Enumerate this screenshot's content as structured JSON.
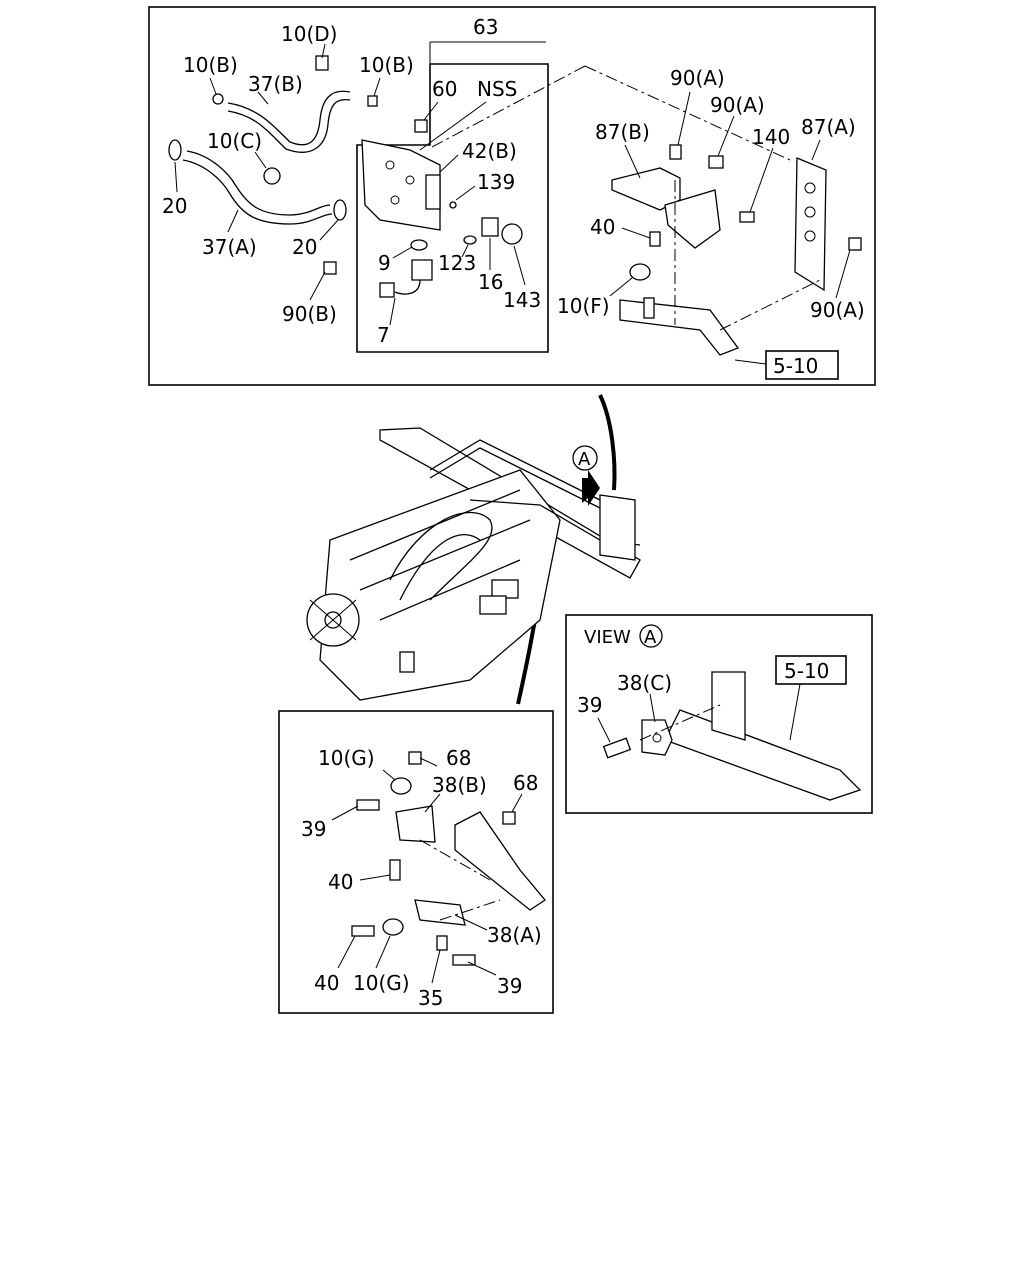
{
  "callouts": {
    "c63": "63",
    "c10d": "10(D)",
    "c10b_left": "10(B)",
    "c10b_right": "10(B)",
    "c37b": "37(B)",
    "c60": "60",
    "nss": "NSS",
    "c10c": "10(C)",
    "c42b": "42(B)",
    "c139": "139",
    "c20_left": "20",
    "c20_right": "20",
    "c37a": "37(A)",
    "c9": "9",
    "c123": "123",
    "c16": "16",
    "c143": "143",
    "c90b": "90(B)",
    "c7": "7",
    "c90a_top1": "90(A)",
    "c90a_top2": "90(A)",
    "c87b": "87(B)",
    "c140": "140",
    "c87a": "87(A)",
    "c40_top": "40",
    "c10f": "10(F)",
    "c90a_bottom": "90(A)",
    "ref_top": "5-10",
    "arrow_a": "A",
    "view_title": "VIEW",
    "view_circle": "A",
    "c38c": "38(C)",
    "c39_view": "39",
    "ref_view": "5-10",
    "c68_top": "68",
    "c10g_top": "10(G)",
    "c38b": "38(B)",
    "c68_right": "68",
    "c39_mid": "39",
    "c40_mid": "40",
    "c38a": "38(A)",
    "c40_bottom": "40",
    "c10g_bottom": "10(G)",
    "c35": "35",
    "c39_bottom": "39"
  }
}
